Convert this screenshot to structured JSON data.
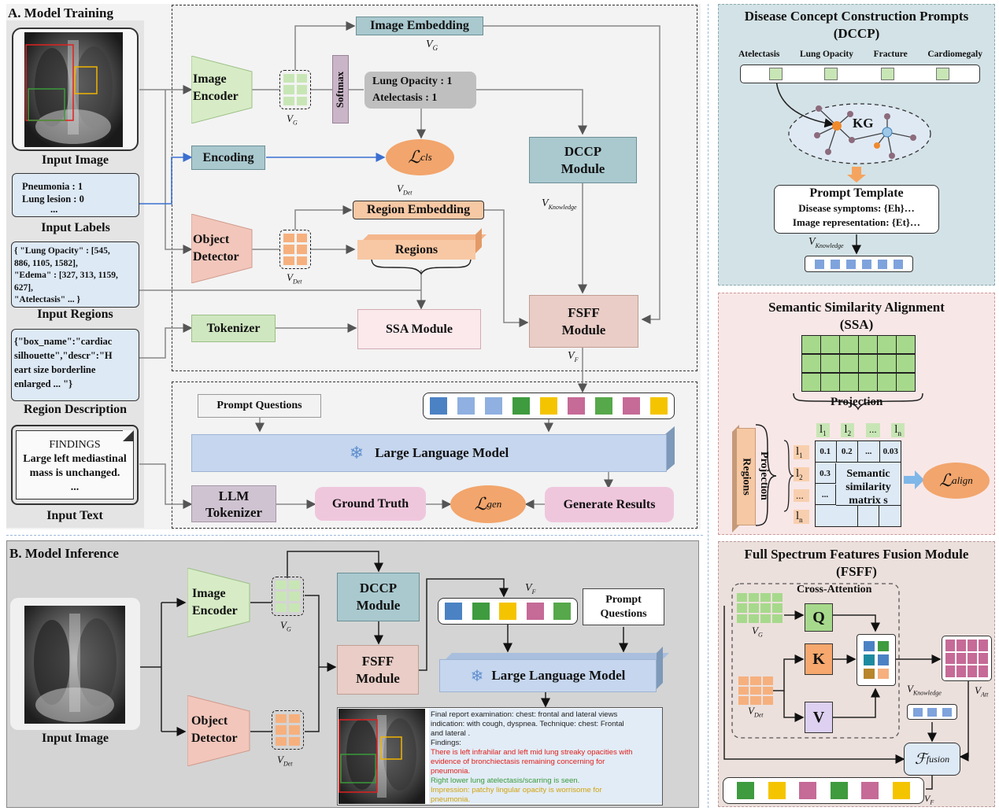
{
  "sectionA": {
    "title": "A. Model Training",
    "inputs": {
      "input_image": "Input Image",
      "labels_text": [
        "Pneumonia : 1",
        "Lung lesion : 0",
        "..."
      ],
      "input_labels": "Input Labels",
      "regions_text": [
        "{ \"Lung Opacity\" : [545,",
        "886, 1105, 1582],",
        "   \"Edema\" : [327, 313, 1159,",
        "627],",
        "  \"Atelectasis\" ... }"
      ],
      "input_regions": "Input Regions",
      "desc_text": [
        "{\"box_name\":\"cardiac",
        "silhouette\",\"descr\":\"H",
        "eart size borderline",
        "enlarged ... \"}"
      ],
      "region_description": "Region Description",
      "findings_title": "FINDINGS",
      "findings_text": [
        "Large left mediastinal",
        "mass is unchanged.",
        "..."
      ],
      "input_text": "Input Text"
    },
    "modules": {
      "image_embedding": "Image Embedding",
      "vg": "V",
      "vg_sub": "G",
      "image_encoder": [
        "Image",
        "Encoder"
      ],
      "softmax": "Softmax",
      "preds": [
        "Lung Opacity : 1",
        "Atelectasis : 1"
      ],
      "dccp_module": [
        "DCCP",
        "Module"
      ],
      "encoding": "Encoding",
      "loss_cls_sub": "cls",
      "vdet_sub": "Det",
      "region_embedding": "Region Embedding",
      "vknowledge_sub": "Knowledge",
      "object_detector": [
        "Object",
        "Detector"
      ],
      "regions": "Regions",
      "tokenizer": "Tokenizer",
      "ssa_module": "SSA Module",
      "fsff_module": [
        "FSFF",
        "Module"
      ],
      "vf_sub": "F",
      "prompt_questions": "Prompt Questions",
      "llm": "Large Language Model",
      "llm_tokenizer": [
        "LLM",
        "Tokenizer"
      ],
      "ground_truth": "Ground Truth",
      "loss_gen_sub": "gen",
      "generate_results": "Generate Results"
    }
  },
  "sectionB": {
    "title": "B. Model Inference",
    "input_image": "Input Image",
    "image_encoder": [
      "Image",
      "Encoder"
    ],
    "object_detector": [
      "Object",
      "Detector"
    ],
    "dccp_module": [
      "DCCP",
      "Module"
    ],
    "fsff_module": [
      "FSFF",
      "Module"
    ],
    "prompt_questions": [
      "Prompt",
      "Questions"
    ],
    "llm": "Large Language Model",
    "report": [
      {
        "text": "Final report examination: chest: frontal and lateral views",
        "color": "#222222"
      },
      {
        "text": "indication: with cough, dyspnea. Technique: chest: Frontal",
        "color": "#222222"
      },
      {
        "text": "and lateral .",
        "color": "#222222"
      },
      {
        "text": "Findings:",
        "color": "#222222"
      },
      {
        "text": "There is left infrahilar and left mid lung streaky opacities with",
        "color": "#e0201b"
      },
      {
        "text": "evidence of bronchiectasis remaining concerning for",
        "color": "#e0201b"
      },
      {
        "text": "pneumonia.",
        "color": "#e0201b"
      },
      {
        "text": "Right lower lung atelectasis/scarring is seen.",
        "color": "#3a9a3a"
      },
      {
        "text": "Impression: patchy lingular opacity is worrisome for",
        "color": "#d1a20c"
      },
      {
        "text": "pneumonia.",
        "color": "#d1a20c"
      }
    ]
  },
  "dccp_panel": {
    "title": [
      "Disease Concept Construction Prompts",
      "(DCCP)"
    ],
    "concepts": [
      "Atelectasis",
      "Lung Opacity",
      "Fracture",
      "Cardiomegaly"
    ],
    "kg": "KG",
    "prompt_template": "Prompt Template",
    "symptoms": "Disease symptoms: {Eh}…",
    "representation": "Image representation: {Et}…",
    "vknowledge_sub": "Knowledge"
  },
  "ssa_panel": {
    "title": [
      "Semantic Similarity Alignment",
      "(SSA)"
    ],
    "projection": "Projection",
    "regions": "Regions",
    "projection_v": "Projection",
    "top_labels": [
      "l",
      "l",
      "...",
      "l"
    ],
    "top_subs": [
      "1",
      "2",
      "",
      "n"
    ],
    "left_labels": [
      "l",
      "l",
      "...",
      "l"
    ],
    "left_subs": [
      "1",
      "2",
      "",
      "n"
    ],
    "row1": [
      "0.1",
      "0.2",
      "...",
      "0.03"
    ],
    "row2_first": "0.3",
    "row3_first": "...",
    "matrix_caption": [
      "Semantic",
      "similarity",
      "matrix s"
    ],
    "loss_sub": "align"
  },
  "fsff_panel": {
    "title": [
      "Full Spectrum Features Fusion Module",
      "(FSFF)"
    ],
    "cross_attention": "Cross-Attention",
    "q": "Q",
    "k": "K",
    "v": "V",
    "vg_sub": "G",
    "vdet_sub": "Det",
    "vknowledge_sub": "Knowledge",
    "vatt_sub": "Att",
    "fusion_sub": "fusion",
    "vf_sub": "F"
  },
  "colors": {
    "green": "#d6ecc8",
    "orange": "#f6c8a4",
    "blue": "#c9def0",
    "teal": "#a9c9cf",
    "pink": "#f1c9d6",
    "mauve": "#e9cdc6",
    "lavender": "#d7c6d8",
    "gray": "#bfbfbf",
    "loss": "#f2a56c"
  },
  "token_colors": [
    "#4b82c4",
    "#8fb0e0",
    "#8fb0e0",
    "#3e9b3e",
    "#f5c400",
    "#c66a97",
    "#56a84a",
    "#c66a97",
    "#f5c400"
  ]
}
